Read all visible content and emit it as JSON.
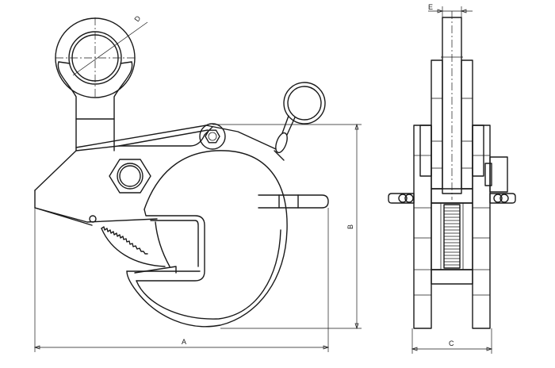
{
  "labels": {
    "dim_a": "A",
    "dim_b": "B",
    "dim_c": "C",
    "dim_d": "D",
    "dim_e": "E"
  },
  "colors": {
    "line": "#1a1a1a",
    "background": "#ffffff"
  }
}
